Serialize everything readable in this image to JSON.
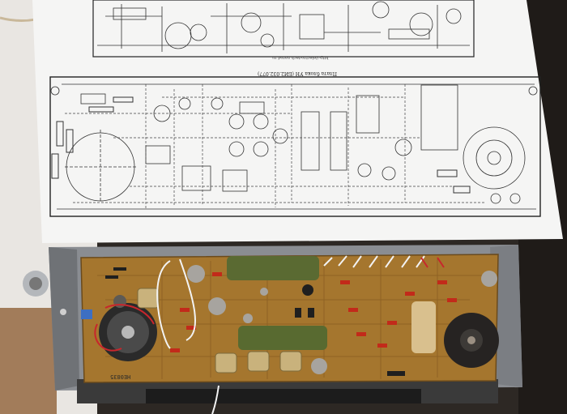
{
  "photo": {
    "schematic_caption": "Плата блока УН (БИ2.032.077)",
    "schematic_subcaption": "http://electro-tech.narod.ru",
    "pcb_marking": "НЕ0835"
  },
  "colors": {
    "paper": "#f4f4f4",
    "pcb": "#a5762e",
    "chassis": "#8c8f93",
    "resistor_red": "#c22a1a",
    "resistor_green": "#5a6a32",
    "capacitor_tan": "#d9c08e"
  }
}
